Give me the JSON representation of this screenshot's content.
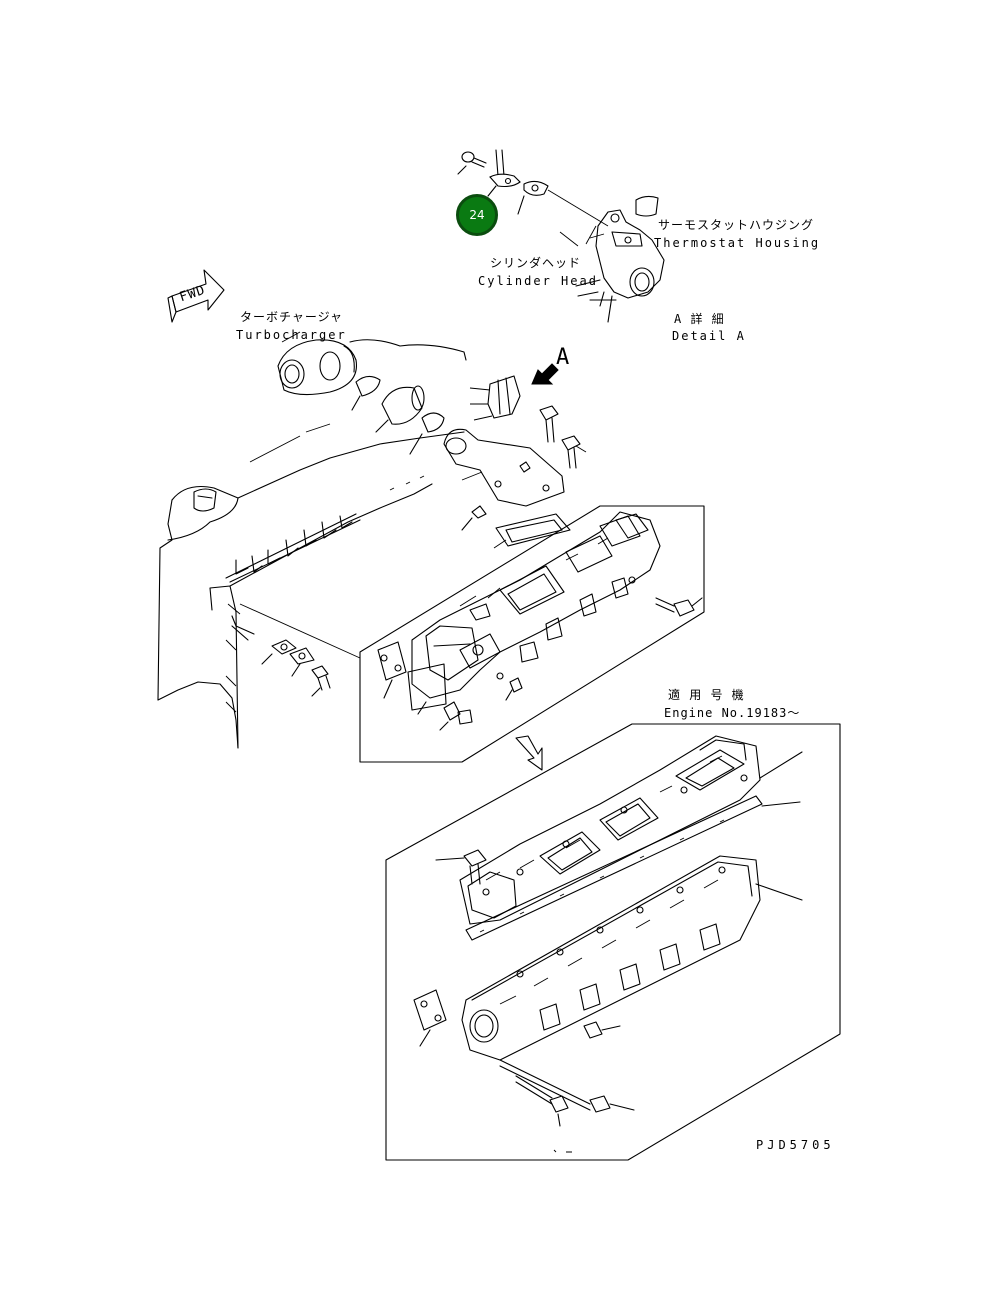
{
  "diagram": {
    "labels": {
      "thermostat_jp": "サーモスタットハウジング",
      "thermostat_en": "Thermostat Housing",
      "cylinder_head_jp": "シリンダヘッド",
      "cylinder_head_en": "Cylinder Head",
      "detail_jp": "A 詳 細",
      "detail_en": "Detail A",
      "turbo_jp": "ターボチャージャ",
      "turbo_en": "Turbocharger",
      "fwd": "FWD",
      "view_a": "A",
      "serial_jp": "適 用 号 機",
      "serial_en": "Engine No.19183～",
      "drawing_no": "PJD5705"
    },
    "callouts": [
      {
        "number": "24",
        "color": "#0a7a12",
        "ring": "#0b4d0f"
      }
    ]
  }
}
